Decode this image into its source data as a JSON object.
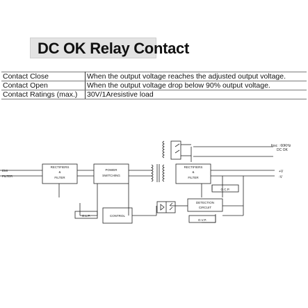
{
  "title": "DC OK Relay Contact",
  "specs": [
    {
      "label": "Contact Close",
      "value": "When the output voltage reaches the adjusted output voltage."
    },
    {
      "label": "Contact Open",
      "value": "When the output voltage drop below 90% output voltage."
    },
    {
      "label": "Contact Ratings (max.)",
      "value": "30V/1Aresistive load"
    }
  ],
  "diagram": {
    "fosc": "fosc : 60KHz",
    "emi_line1": "EMI",
    "emi_line2": "FILTER",
    "rect1_line1": "RECTIFIERS",
    "rect1_line2": "&",
    "rect1_line3": "FILTER",
    "power_line1": "POWER",
    "power_line2": "SWITCHING",
    "rect2_line1": "RECTIFIERS",
    "rect2_line2": "&",
    "rect2_line3": "FILTER",
    "dc_ok": "DC OK",
    "plus_v": "+V",
    "minus_v": "-V",
    "ocp": "O.C.P.",
    "detection_line1": "DETECTION",
    "detection_line2": "CIRCUIT",
    "ovp": "O.V.P.",
    "olp": "O.L.P.",
    "control": "CONTROL"
  }
}
